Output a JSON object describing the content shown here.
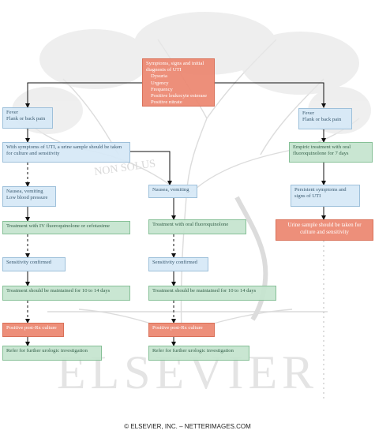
{
  "watermark": {
    "motto": "NON SOLUS",
    "publisher": "ELSEVIER"
  },
  "nodes": {
    "root_title": "Symptoms, signs and initial diagnosis of UTI",
    "root_items": [
      "Dysuria",
      "Urgency",
      "Frequency",
      "Positive leukocyte esterase",
      "Positive nitrate"
    ],
    "left_fever": "Fever\nFlank or back pain",
    "left_urine_sample": "With symptoms of UTI, a urine sample should be taken for culture and sensitivity",
    "left_nausea_low_bp": "Nausea, vomiting\nLow blood pressure",
    "left_iv_treatment": "Treatment with IV fluoroquinolone or cefotaxime",
    "left_sensitivity": "Sensitivity confirmed",
    "left_maintain": "Treatment should be maintained for 10 to 14 days",
    "left_positive_culture": "Positive post-Rx culture",
    "left_refer": "Refer for further urologic investigation",
    "mid_nausea": "Nausea, vomiting",
    "mid_oral_treatment": "Treatment with oral fluoroquinolone",
    "mid_sensitivity": "Sensitivity confirmed",
    "mid_maintain": "Treatment should be maintained for 10 to 14 days",
    "mid_positive_culture": "Positive post-Rx culture",
    "mid_refer": "Refer for further urologic investigation",
    "right_fever": "Fever\nFlank or back pain",
    "right_empiric": "Empiric treatment with oral fluoroquinolone for 7 days",
    "right_persistent": "Persistent symptoms and signs of UTI",
    "right_urine_sample": "Urine sample should be taken for culture and sensitivity"
  },
  "footer": {
    "copyright": "© ELSEVIER, INC. – NETTERIMAGES.COM"
  },
  "colors": {
    "blue_box": "#d6e8f6",
    "green_box": "#c4e4ce",
    "orange_box": "#ec8872",
    "connector": "#111111"
  }
}
